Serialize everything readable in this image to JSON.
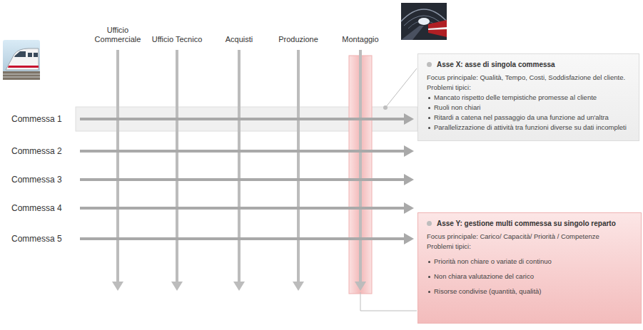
{
  "diagram": {
    "nodes": [
      {
        "text": [
          "Asse X: asse di singola commessa",
          "Focus principale: Qualità, Tempo, Costi, Soddisfazione del cliente.",
          "Problemi tipici:",
          "Mancato rispetto delle tempistiche promesse al cliente",
          "Ruoli non chiari",
          "Ritardi a catena nel passaggio da una funzione ad un'altra",
          "Parallelizzazione di attività tra funzioni diverse su dati incompleti"
        ]
      },
      {
        "text": [
          "Asse Y: gestione multi commessa su singolo reparto",
          "Focus principale: Carico/ Capacità/ Priorità / Competenze",
          "Problemi tipici:",
          "Priorità non chiare o variate di continuo",
          "Non chiara valutazione del carico",
          "Risorse condivise (quantità, qualità)"
        ]
      }
    ],
    "labels": [
      "Ufficio Commerciale",
      "Ufficio Tecnico",
      "Acquisti",
      "Produzione",
      "Montaggio",
      "Commessa 1",
      "Commessa 2",
      "Commessa 3",
      "Commessa 4",
      "Commessa 5"
    ]
  }
}
